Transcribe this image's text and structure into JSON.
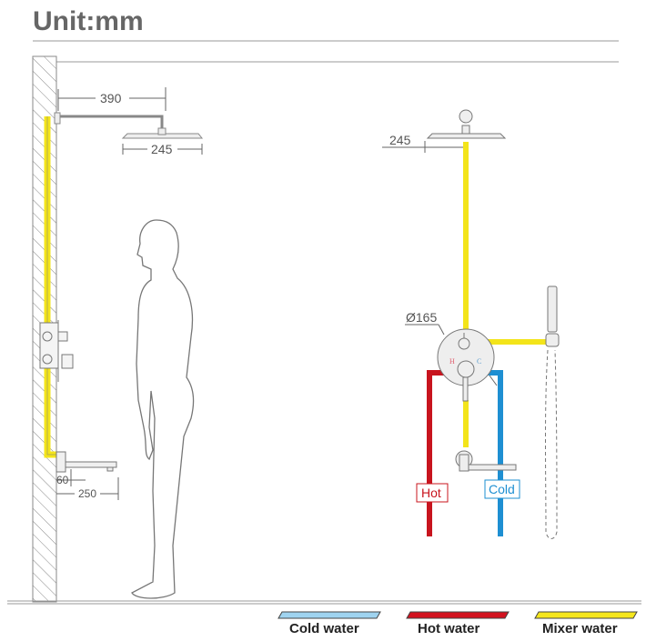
{
  "title": "Unit:mm",
  "dimensions": {
    "arm_length": "390",
    "head_left": "245",
    "head_right": "245",
    "spout_depth": "60",
    "spout_height": "250",
    "valve_diameter": "Ø165"
  },
  "valve_labels": {
    "hot_mark": "H",
    "cold_mark": "C"
  },
  "pipe_labels": {
    "hot": "Hot",
    "cold": "Cold"
  },
  "legend": [
    {
      "label": "Cold water",
      "color": "#9fd3ef"
    },
    {
      "label": "Hot water",
      "color": "#d2121f"
    },
    {
      "label": "Mixer water",
      "color": "#f5e61c"
    }
  ],
  "colors": {
    "hot": "#c8141e",
    "cold": "#1e8fd2",
    "mixer": "#f3e41a"
  }
}
